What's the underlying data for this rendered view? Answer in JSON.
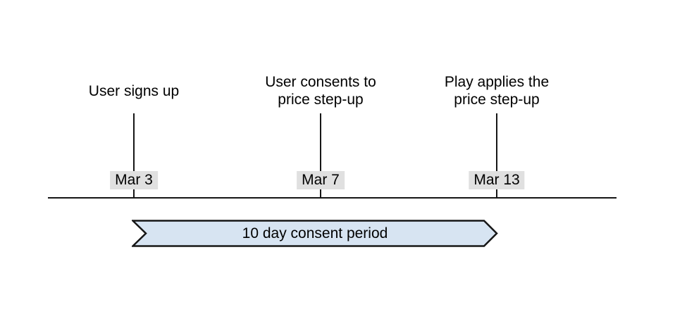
{
  "diagram": {
    "type": "timeline",
    "background_color": "#ffffff",
    "line_color": "#161616",
    "date_badge_color": "#e0e0e0",
    "events": [
      {
        "title_lines": [
          "User signs up"
        ],
        "date": "Mar 3"
      },
      {
        "title_lines": [
          "User consents to",
          "price step-up"
        ],
        "date": "Mar 7"
      },
      {
        "title_lines": [
          "Play applies the",
          "price step-up"
        ],
        "date": "Mar 13"
      }
    ],
    "period": {
      "label": "10 day consent period",
      "fill_color": "#d7e4f2"
    }
  }
}
